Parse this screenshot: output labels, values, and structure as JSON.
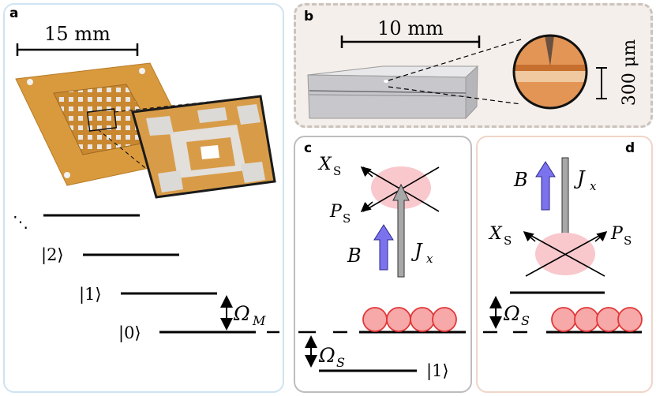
{
  "panels": {
    "a": {
      "label": "a",
      "scale_bar": "15 mm",
      "levels": [
        "|2⟩",
        "|1⟩",
        "|0⟩"
      ],
      "dots": "⋱",
      "omega_m": "Ω",
      "omega_m_sub": "M"
    },
    "b": {
      "label": "b",
      "scale_bar": "10 mm",
      "inset_scale": "300 μm"
    },
    "c": {
      "label": "c",
      "x_op": "X",
      "x_sub": "S",
      "p_op": "P",
      "p_sub": "S",
      "field": "B",
      "spin": "J",
      "spin_sub": "x",
      "omega_s": "Ω",
      "omega_s_sub": "S",
      "lower_state": "|1⟩"
    },
    "d": {
      "label": "d",
      "x_op": "X",
      "x_sub": "S",
      "p_op": "P",
      "p_sub": "S",
      "field": "B",
      "spin": "J",
      "spin_sub": "x",
      "omega_s": "Ω",
      "omega_s_sub": "S"
    }
  },
  "colors": {
    "panel_a_border": "#cfe3f1",
    "panel_b_border": "#cbc3bc",
    "panel_c_border": "#bdbdbd",
    "panel_d_border": "#f0d5c8",
    "membrane_gold": "#d99a3e",
    "field_arrow": "#7b73ee",
    "spin_arrow": "#a8a8a8",
    "phonon_fill": "#f7a8a8",
    "phonon_stroke": "#e03838",
    "blob": "#f8c8cc"
  }
}
